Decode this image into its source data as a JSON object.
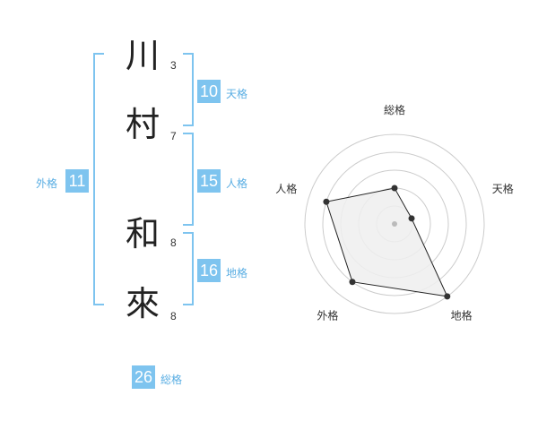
{
  "name": {
    "chars": [
      {
        "char": "川",
        "strokes": "3"
      },
      {
        "char": "村",
        "strokes": "7"
      },
      {
        "char": "和",
        "strokes": "8"
      },
      {
        "char": "來",
        "strokes": "8"
      }
    ]
  },
  "fortunes": {
    "tenkaku": {
      "value": "10",
      "label": "天格"
    },
    "jinkaku": {
      "value": "15",
      "label": "人格"
    },
    "chikaku": {
      "value": "16",
      "label": "地格"
    },
    "gaikaku": {
      "value": "11",
      "label": "外格"
    },
    "soukaku": {
      "value": "26",
      "label": "総格"
    }
  },
  "colors": {
    "accent": "#7ec4ef",
    "accent_text": "#5aaee3",
    "radar_fill": "#eeeeee",
    "ring": "#cccccc"
  },
  "chart_data": {
    "type": "radar",
    "axes": [
      "総格",
      "天格",
      "地格",
      "外格",
      "人格"
    ],
    "values": [
      0.4,
      0.2,
      1.0,
      0.8,
      0.8
    ],
    "range": [
      0,
      1
    ],
    "rings": 5
  }
}
